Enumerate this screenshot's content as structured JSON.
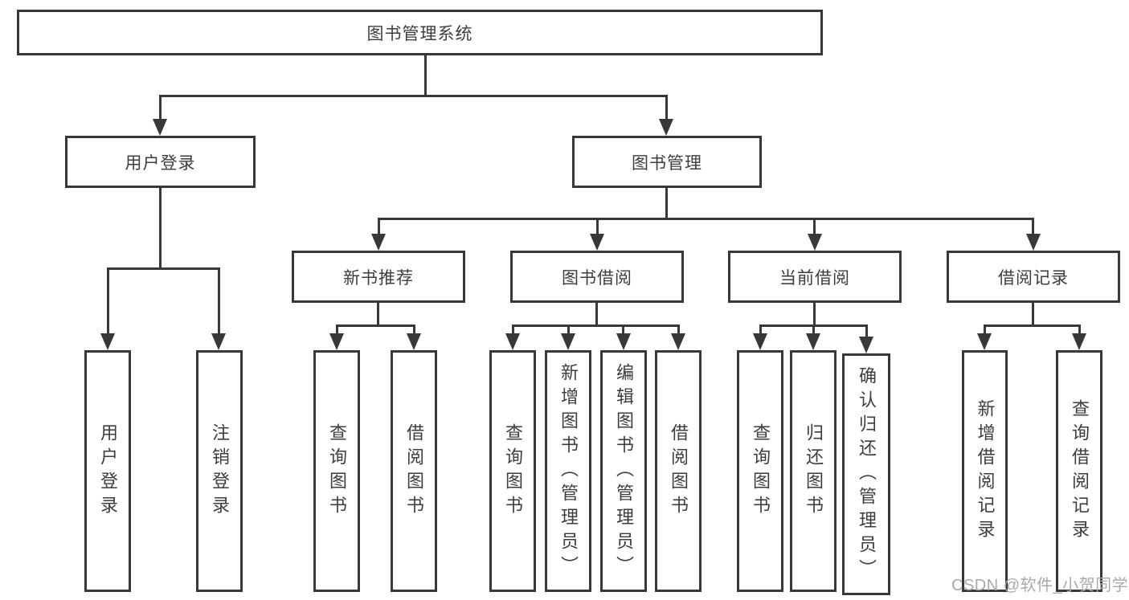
{
  "tree": {
    "label": "图书管理系统",
    "children": [
      {
        "label": "用户登录",
        "children": [
          {
            "label": "用户登录"
          },
          {
            "label": "注销登录"
          }
        ]
      },
      {
        "label": "图书管理",
        "children": [
          {
            "label": "新书推荐",
            "children": [
              {
                "label": "查询图书"
              },
              {
                "label": "借阅图书"
              }
            ]
          },
          {
            "label": "图书借阅",
            "children": [
              {
                "label": "查询图书"
              },
              {
                "label": "新增图书（管理员）"
              },
              {
                "label": "编辑图书（管理员）"
              },
              {
                "label": "借阅图书"
              }
            ]
          },
          {
            "label": "当前借阅",
            "children": [
              {
                "label": "查询图书"
              },
              {
                "label": "归还图书"
              },
              {
                "label": "确认归还（管理员）"
              }
            ]
          },
          {
            "label": "借阅记录",
            "children": [
              {
                "label": "新增借阅记录"
              },
              {
                "label": "查询借阅记录"
              }
            ]
          }
        ]
      }
    ]
  },
  "watermark": "CSDN @软件_小贺同学",
  "colors": {
    "line": "#383838",
    "text": "#3d3d3d",
    "background": "#ffffff",
    "watermark": "#a9a9a9"
  }
}
